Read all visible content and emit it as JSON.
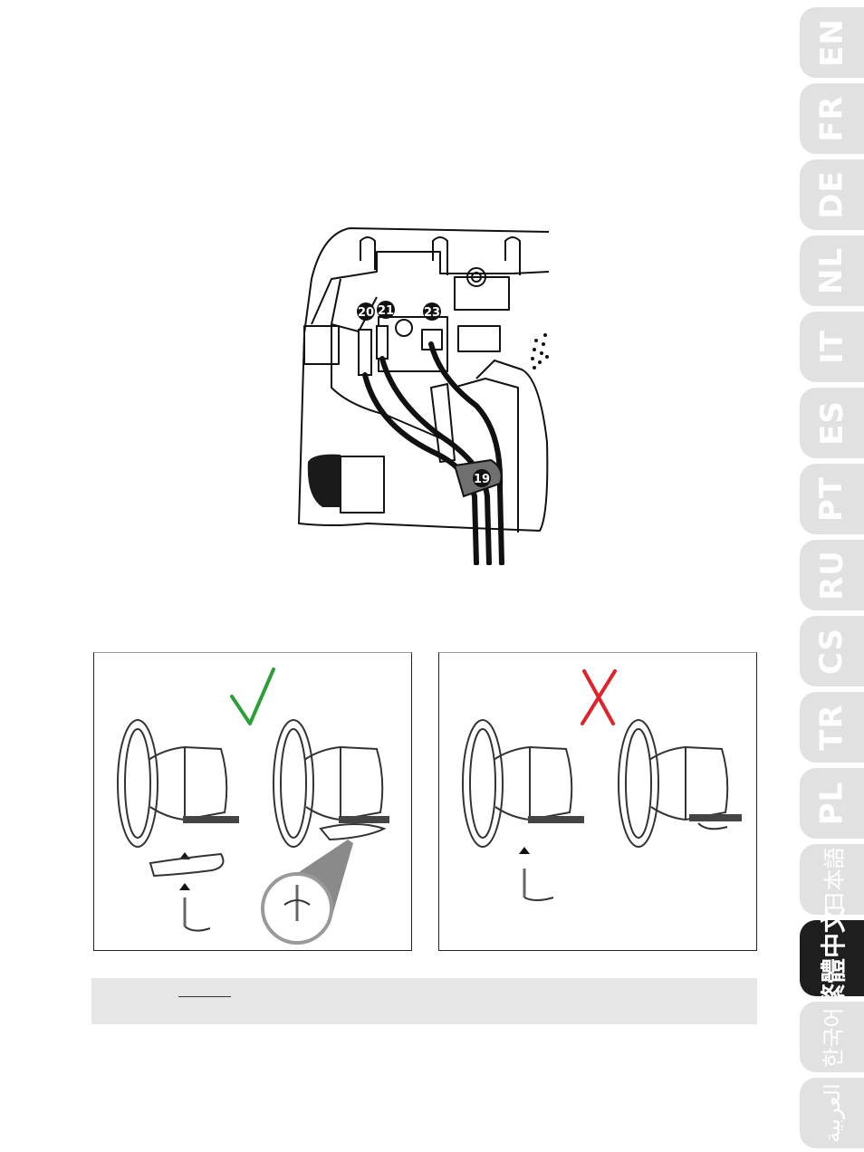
{
  "language_tabs": [
    {
      "code": "EN",
      "active": false
    },
    {
      "code": "FR",
      "active": false
    },
    {
      "code": "DE",
      "active": false
    },
    {
      "code": "NL",
      "active": false
    },
    {
      "code": "IT",
      "active": false
    },
    {
      "code": "ES",
      "active": false
    },
    {
      "code": "PT",
      "active": false
    },
    {
      "code": "RU",
      "active": false
    },
    {
      "code": "CS",
      "active": false
    },
    {
      "code": "TR",
      "active": false
    },
    {
      "code": "PL",
      "active": false
    },
    {
      "code": "日本語",
      "active": false
    },
    {
      "code": "繁體中文",
      "active": true
    },
    {
      "code": "한국어",
      "active": false
    },
    {
      "code": "العربية",
      "active": false
    }
  ],
  "connector_callouts": {
    "c20": "20",
    "c21": "21",
    "c23": "23",
    "c19": "19"
  },
  "mounting": {
    "correct_mark": "check-icon",
    "incorrect_mark": "cross-icon",
    "correct_color": "#2e9e3a",
    "incorrect_color": "#e0222a"
  },
  "colors": {
    "tab_inactive": "#e1e1e1",
    "tab_active": "#1e1e1e",
    "note_bar": "#e6e6e6"
  }
}
